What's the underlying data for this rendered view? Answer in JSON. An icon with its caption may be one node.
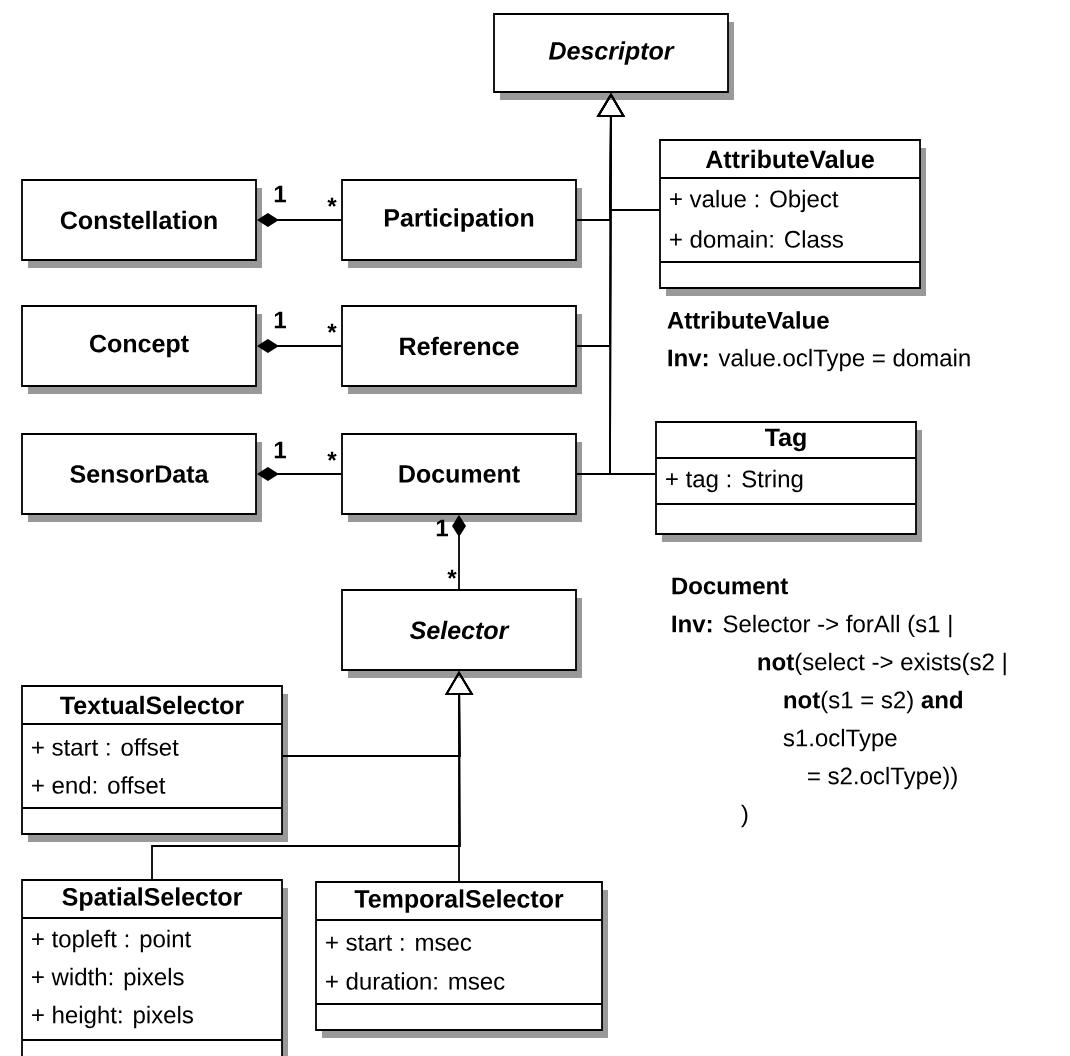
{
  "diagram": {
    "nodes": [
      {
        "text": [
          "Descriptor"
        ]
      },
      {
        "text": [
          "AttributeValue",
          "+ value : Object",
          "+ domain: Class"
        ]
      },
      {
        "text": [
          "Constellation"
        ]
      },
      {
        "text": [
          "Participation"
        ]
      },
      {
        "text": [
          "Concept"
        ]
      },
      {
        "text": [
          "Reference"
        ]
      },
      {
        "text": [
          "SensorData"
        ]
      },
      {
        "text": [
          "Document"
        ]
      },
      {
        "text": [
          "Tag",
          "+ tag : String"
        ]
      },
      {
        "text": [
          "Selector"
        ]
      },
      {
        "text": [
          "TextualSelector",
          "+ start : offset",
          "+ end: offset"
        ]
      },
      {
        "text": [
          "SpatialSelector",
          "+ topleft : point",
          "+ width: pixels",
          "+ height: pixels"
        ]
      },
      {
        "text": [
          "TemporalSelector",
          "+ start : msec",
          "+ duration: msec"
        ]
      }
    ],
    "edges": [
      {
        "from": 2,
        "to": 3,
        "arrow": "other"
      },
      {
        "from": 4,
        "to": 5,
        "arrow": "other"
      },
      {
        "from": 6,
        "to": 7,
        "arrow": "other"
      },
      {
        "from": 3,
        "to": 0,
        "arrow": "to"
      },
      {
        "from": 5,
        "to": 0,
        "arrow": "to"
      },
      {
        "from": 7,
        "to": 0,
        "arrow": "to"
      },
      {
        "from": 1,
        "to": 0,
        "arrow": "to"
      },
      {
        "from": 8,
        "to": 0,
        "arrow": "to"
      },
      {
        "from": 7,
        "to": 9,
        "arrow": "other"
      },
      {
        "from": 10,
        "to": 9,
        "arrow": "to"
      },
      {
        "from": 11,
        "to": 9,
        "arrow": "to"
      },
      {
        "from": 12,
        "to": 9,
        "arrow": "to"
      }
    ],
    "labels": [
      "1",
      "*",
      "1",
      "*",
      "1",
      "*",
      "1",
      "*",
      "AttributeValue",
      "**Inv:** value.oclType = domain",
      "Document",
      "**Inv:** Selector -> forAll (s1 |",
      "**not**(select -> exists(s2 |",
      "**not**(s1 = s2) **and**",
      "s1.oclType",
      "= s2.oclType))",
      ")"
    ]
  }
}
